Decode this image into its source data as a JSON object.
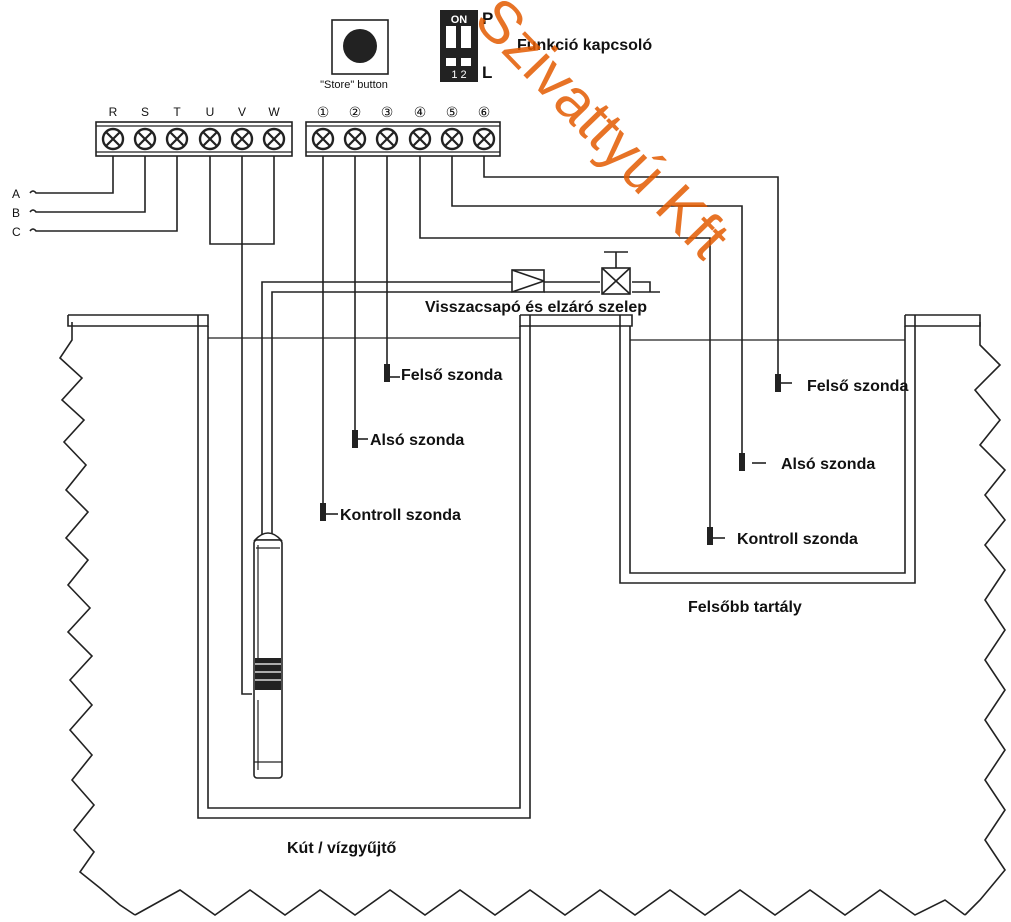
{
  "colors": {
    "line": "#222222",
    "background": "#ffffff",
    "watermark": "#e35b00"
  },
  "store_button": {
    "label": "\"Store\" button"
  },
  "dip_switch": {
    "on_label": "ON",
    "numbers": "1 2",
    "position_top": "P",
    "position_bottom": "L",
    "caption": "Funkció kapcsoló"
  },
  "power_terminals": [
    "R",
    "S",
    "T",
    "U",
    "V",
    "W"
  ],
  "probe_terminals": [
    "①",
    "②",
    "③",
    "④",
    "⑤",
    "⑥"
  ],
  "supply_lines": [
    "A",
    "B",
    "C"
  ],
  "valve_label": "Visszacsapó és elzáró szelep",
  "well": {
    "caption": "Kút / vízgyűjtő",
    "probes": {
      "upper": "Felső szonda",
      "lower": "Alsó szonda",
      "control": "Kontroll szonda"
    }
  },
  "tank": {
    "caption": "Felsőbb tartály",
    "probes": {
      "upper": "Felső szonda",
      "lower": "Alsó szonda",
      "control": "Kontroll szonda"
    }
  },
  "watermark": "Szivattyú Kft"
}
